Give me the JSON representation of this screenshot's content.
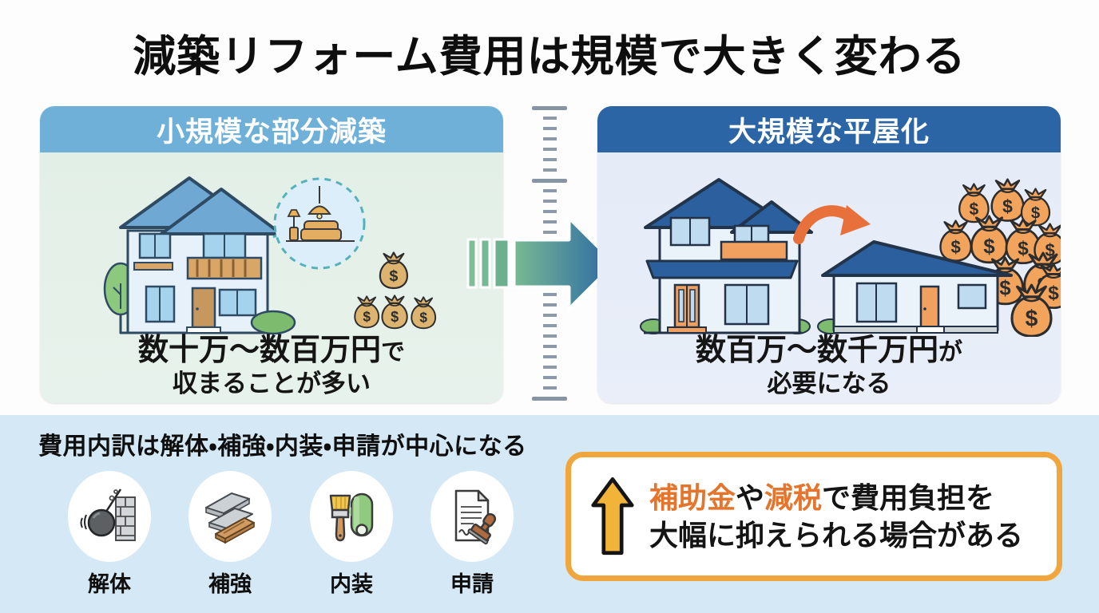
{
  "title": "減築リフォーム費用は規模で大きく変わる",
  "left_panel": {
    "header": "小規模な部分減築",
    "caption_main": "数十万〜数百万円",
    "caption_particle": "で",
    "caption_sub": "収まることが多い"
  },
  "right_panel": {
    "header": "大規模な平屋化",
    "caption_main": "数百万〜数千万円",
    "caption_particle": "が",
    "caption_sub": "必要になる"
  },
  "breakdown": {
    "heading": "費用内訳は解体・補強・内装・申請が中心になる",
    "items": [
      {
        "label": "解体",
        "icon": "wrecking-ball-icon"
      },
      {
        "label": "補強",
        "icon": "steel-beam-icon"
      },
      {
        "label": "内装",
        "icon": "paintbrush-wallpaper-icon"
      },
      {
        "label": "申請",
        "icon": "document-stamp-icon"
      }
    ]
  },
  "highlight_box": {
    "line1_parts": [
      {
        "text": "補助金",
        "highlight": true
      },
      {
        "text": "や",
        "highlight": false
      },
      {
        "text": "減税",
        "highlight": true
      },
      {
        "text": "で費用負担を",
        "highlight": false
      }
    ],
    "line2": "大幅に抑えられる場合がある"
  },
  "illustrations": {
    "money_symbol": "$"
  },
  "colors": {
    "left_header_bg": "#6fb0d9",
    "left_body_bg": "#e4f0e9",
    "right_header_bg": "#2b65a6",
    "right_body_bg": "#e7edf8",
    "bottom_bg": "#d5e8f5",
    "highlight_border": "#f0a63c",
    "highlight_text": "#e5742c",
    "arrow_gradient_start": "#79ba93",
    "arrow_gradient_end": "#2a67a4",
    "ruler_tick": "#8d99a6"
  }
}
